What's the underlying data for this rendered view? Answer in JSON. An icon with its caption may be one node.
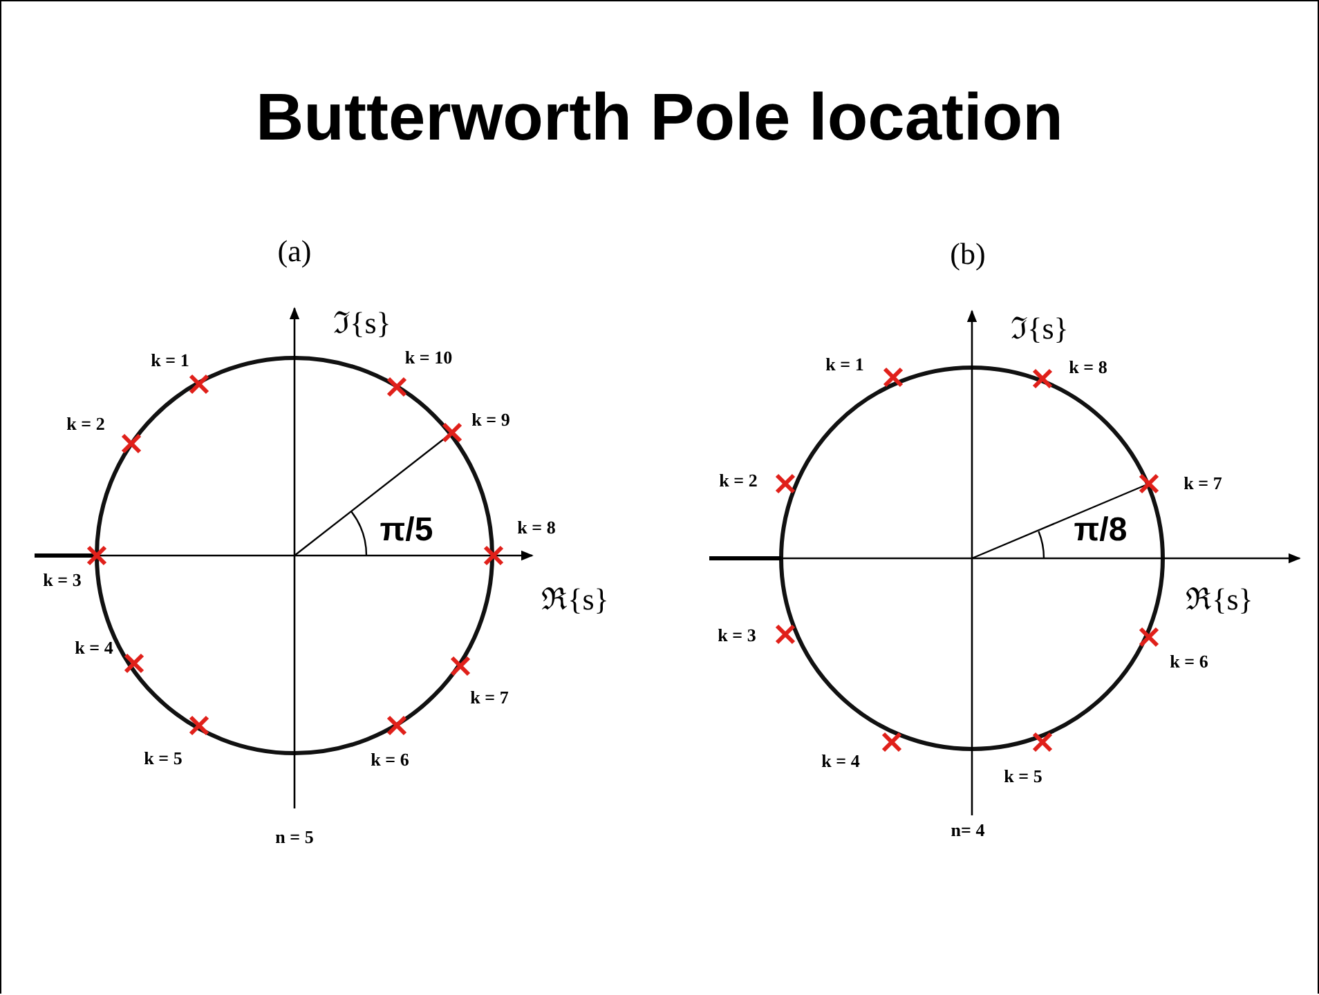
{
  "diagram": {
    "title": "Butterworth Pole location",
    "labels": [
      "(a)",
      "ℑ{s}",
      "k = 1",
      "k = 10",
      "k = 2",
      "k = 9",
      "π/5",
      "k = 8",
      "k = 3",
      "ℜ{s}",
      "k = 4",
      "k = 7",
      "k = 5",
      "k = 6",
      "n = 5",
      "(b)",
      "ℑ{s}",
      "k = 1",
      "k = 8",
      "k = 2",
      "k = 7",
      "π/8",
      "ℜ{s}",
      "k = 3",
      "k = 6",
      "k = 4",
      "k = 5",
      "n= 4"
    ]
  }
}
